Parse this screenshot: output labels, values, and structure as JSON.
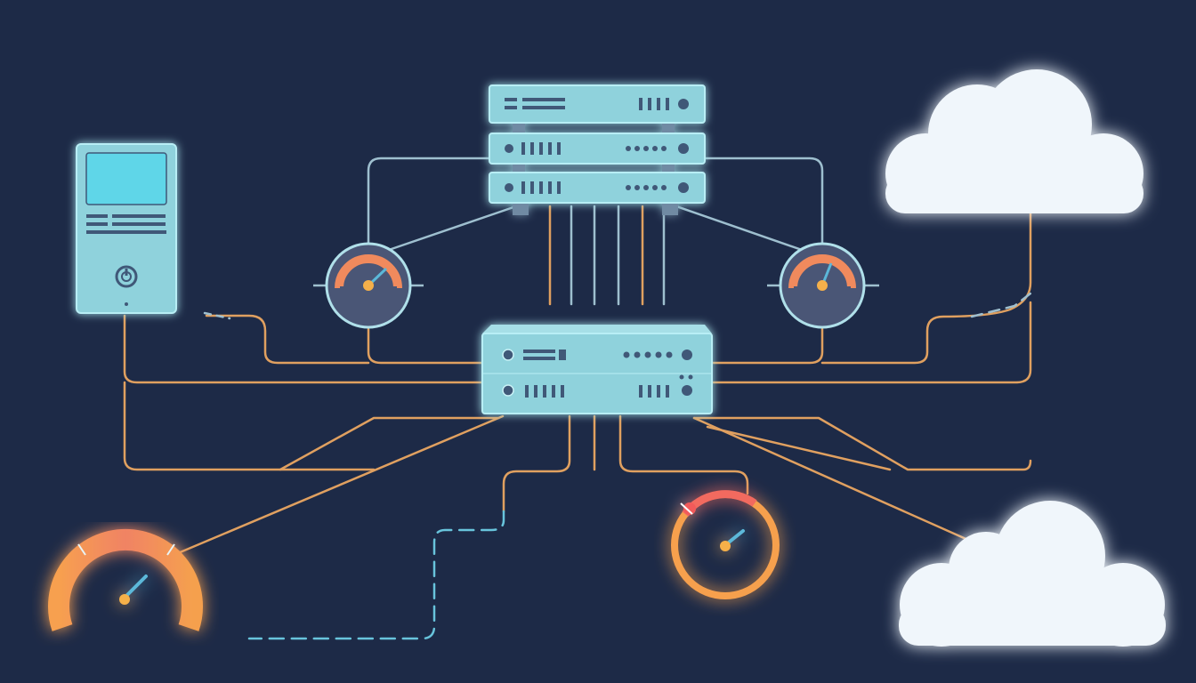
{
  "colors": {
    "background": "#1d2a47",
    "device_fill": "#8fd2dc",
    "device_glow": "#5fd6e8",
    "device_detail": "#3f5878",
    "cable_orange": "#e0a060",
    "cable_blue": "#68c4dc",
    "cable_gray": "#9ebfcf",
    "gauge_face": "#4a5676",
    "gauge_ring": "#b0e0ea",
    "gauge_arc": "#f08a5d",
    "gauge_needle": "#5bb8d9",
    "gauge_hub": "#f5b04a",
    "gauge_alert": "#f26a5f",
    "cloud_fill": "#f0f6fb"
  },
  "nodes": [
    {
      "id": "workstation",
      "kind": "tower-computer",
      "icon": "power-icon"
    },
    {
      "id": "server-rack",
      "kind": "rack-server",
      "units": 3
    },
    {
      "id": "network-switch",
      "kind": "switch"
    },
    {
      "id": "gauge-left",
      "kind": "dial-gauge"
    },
    {
      "id": "gauge-right",
      "kind": "dial-gauge"
    },
    {
      "id": "speedometer",
      "kind": "semicircle-gauge"
    },
    {
      "id": "alert-dial",
      "kind": "ring-gauge",
      "state": "alert"
    },
    {
      "id": "cloud-top",
      "kind": "cloud"
    },
    {
      "id": "cloud-bottom",
      "kind": "cloud"
    }
  ]
}
